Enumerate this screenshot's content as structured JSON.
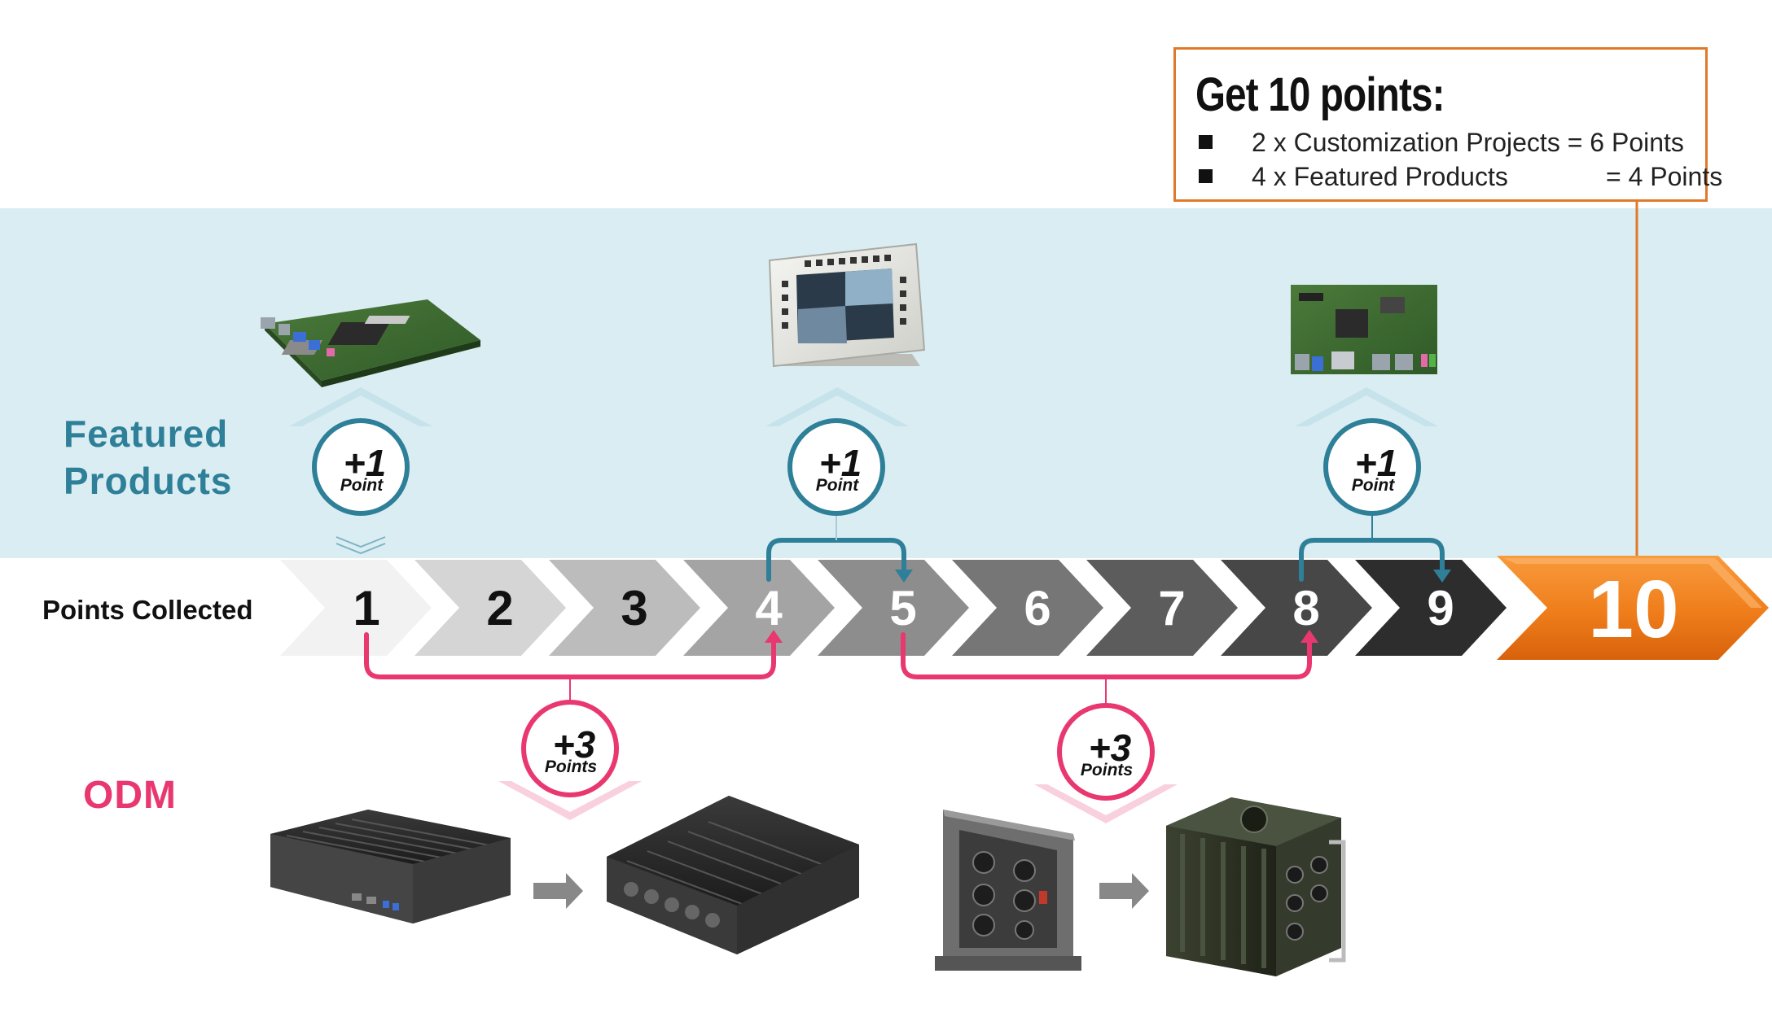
{
  "info_box": {
    "title": "Get 10 points:",
    "rows": [
      {
        "text": "2 x Customization Projects = 6 Points"
      },
      {
        "text": "4 x Featured Products",
        "value": "= 4 Points"
      }
    ]
  },
  "labels": {
    "featured": "Featured Products",
    "odm": "ODM",
    "points_collected": "Points Collected"
  },
  "steps": [
    "1",
    "2",
    "3",
    "4",
    "5",
    "6",
    "7",
    "8",
    "9",
    "10"
  ],
  "featured_badges": [
    {
      "plus": "+1",
      "unit": "Point"
    },
    {
      "plus": "+1",
      "unit": "Point"
    },
    {
      "plus": "+1",
      "unit": "Point"
    }
  ],
  "odm_badges": [
    {
      "plus": "+3",
      "unit": "Points"
    },
    {
      "plus": "+3",
      "unit": "Points"
    }
  ],
  "colors": {
    "band": "#daedf2",
    "teal": "#2e7f98",
    "pink": "#e8386f",
    "orange": "#ef7d1a"
  }
}
